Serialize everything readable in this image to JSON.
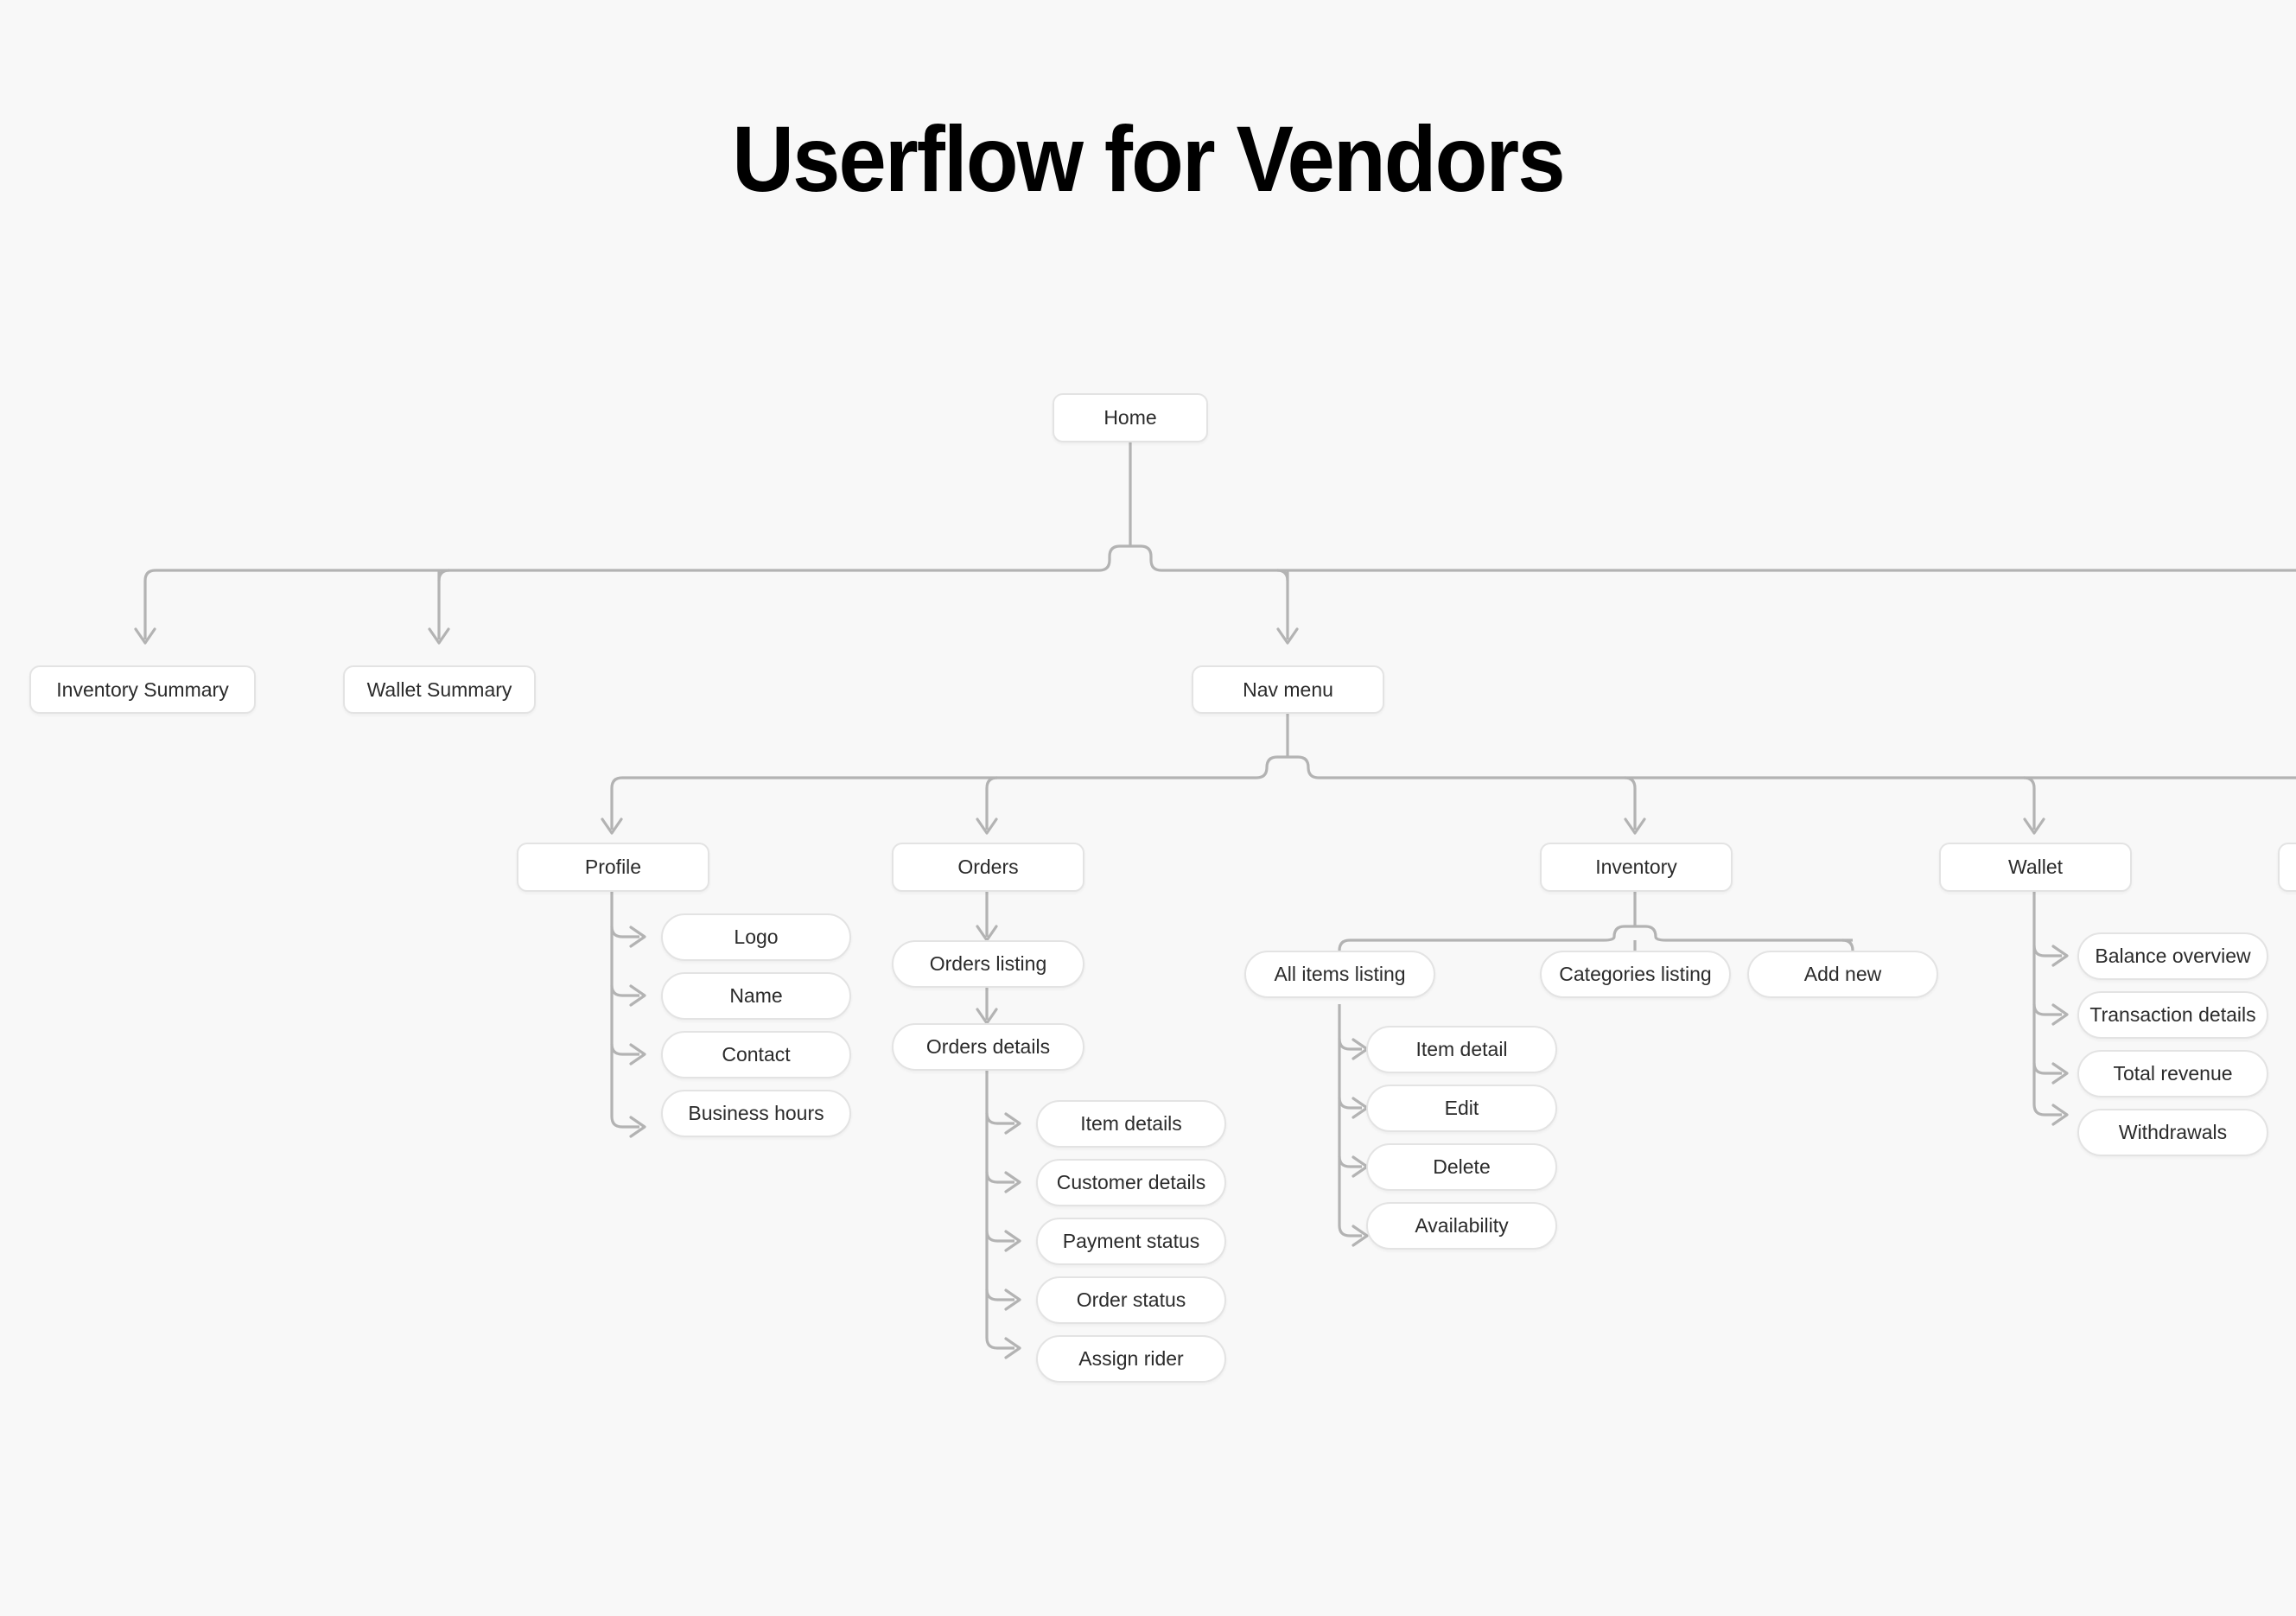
{
  "page": {
    "title": "Userflow for Vendors",
    "background_color": "#f8f8f8",
    "node_fill": "#ffffff",
    "node_border": "#e3e3e3",
    "connector_color": "#b3b3b3",
    "text_color": "#2b2b2b"
  },
  "chart_data": {
    "type": "diagram",
    "diagram_kind": "userflow-tree",
    "title": "Userflow for Vendors",
    "root": "Home",
    "edges": [
      [
        "Home",
        "Inventory Summary"
      ],
      [
        "Home",
        "Wallet Summary"
      ],
      [
        "Home",
        "Nav menu"
      ],
      [
        "Nav menu",
        "Profile"
      ],
      [
        "Nav menu",
        "Orders"
      ],
      [
        "Nav menu",
        "Inventory"
      ],
      [
        "Nav menu",
        "Wallet"
      ],
      [
        "Profile",
        "Logo"
      ],
      [
        "Profile",
        "Name"
      ],
      [
        "Profile",
        "Contact"
      ],
      [
        "Profile",
        "Business hours"
      ],
      [
        "Orders",
        "Orders listing"
      ],
      [
        "Orders listing",
        "Orders details"
      ],
      [
        "Orders details",
        "Item details"
      ],
      [
        "Orders details",
        "Customer details"
      ],
      [
        "Orders details",
        "Payment status"
      ],
      [
        "Orders details",
        "Order status"
      ],
      [
        "Orders details",
        "Assign rider"
      ],
      [
        "Inventory",
        "All items listing"
      ],
      [
        "Inventory",
        "Categories listing"
      ],
      [
        "Inventory",
        "Add new"
      ],
      [
        "All items listing",
        "Item detail"
      ],
      [
        "All items listing",
        "Edit"
      ],
      [
        "All items listing",
        "Delete"
      ],
      [
        "All items listing",
        "Availability"
      ],
      [
        "Wallet",
        "Balance overview"
      ],
      [
        "Wallet",
        "Transaction details"
      ],
      [
        "Wallet",
        "Total revenue"
      ],
      [
        "Wallet",
        "Withdrawals"
      ]
    ]
  },
  "nodes": {
    "home": "Home",
    "inventory_summary": "Inventory Summary",
    "wallet_summary": "Wallet Summary",
    "nav_menu": "Nav menu",
    "profile": "Profile",
    "profile_children": {
      "logo": "Logo",
      "name": "Name",
      "contact": "Contact",
      "business_hours": "Business hours"
    },
    "orders": "Orders",
    "orders_listing": "Orders listing",
    "orders_details": "Orders details",
    "orders_children": {
      "item_details": "Item details",
      "customer_details": "Customer details",
      "payment_status": "Payment status",
      "order_status": "Order status",
      "assign_rider": "Assign rider"
    },
    "inventory": "Inventory",
    "all_items_listing": "All items listing",
    "categories_listing": "Categories listing",
    "add_new": "Add new",
    "inventory_children": {
      "item_detail": "Item detail",
      "edit": "Edit",
      "delete": "Delete",
      "availability": "Availability"
    },
    "wallet": "Wallet",
    "wallet_children": {
      "balance_overview": "Balance overview",
      "transaction_details": "Transaction details",
      "total_revenue": "Total revenue",
      "withdrawals": "Withdrawals"
    }
  }
}
